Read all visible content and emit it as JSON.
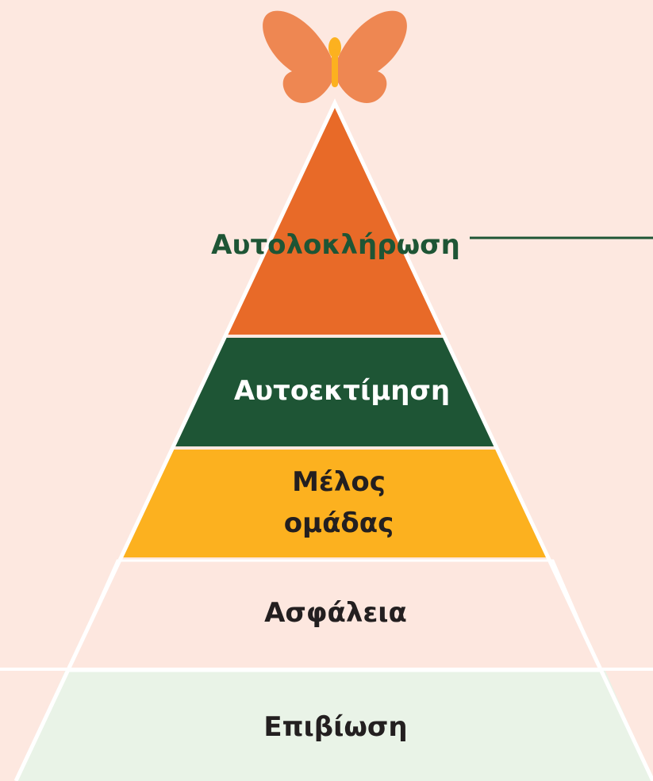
{
  "colors": {
    "background": "#FDE8E0",
    "top": "#E86A28",
    "esteem": "#1E5535",
    "belonging": "#FCB11F",
    "safety": "#FDE7DF",
    "survival": "#E9F3E7",
    "butterfly": "#EE8752",
    "butterfly_body": "#FCB11F",
    "label_green": "#1E5535",
    "label_dark": "#231F20",
    "label_light": "#FFFFFF"
  },
  "pyramid": {
    "levels": [
      {
        "id": "self-actualization",
        "label": "Αυτολοκλήρωση"
      },
      {
        "id": "self-esteem",
        "label": "Αυτοεκτίμηση"
      },
      {
        "id": "belonging",
        "label_line1": "Μέλος",
        "label_line2": "ομάδας"
      },
      {
        "id": "safety",
        "label": "Ασφάλεια"
      },
      {
        "id": "survival",
        "label": "Επιβίωση"
      }
    ]
  },
  "icons": {
    "top": "butterfly-icon"
  }
}
